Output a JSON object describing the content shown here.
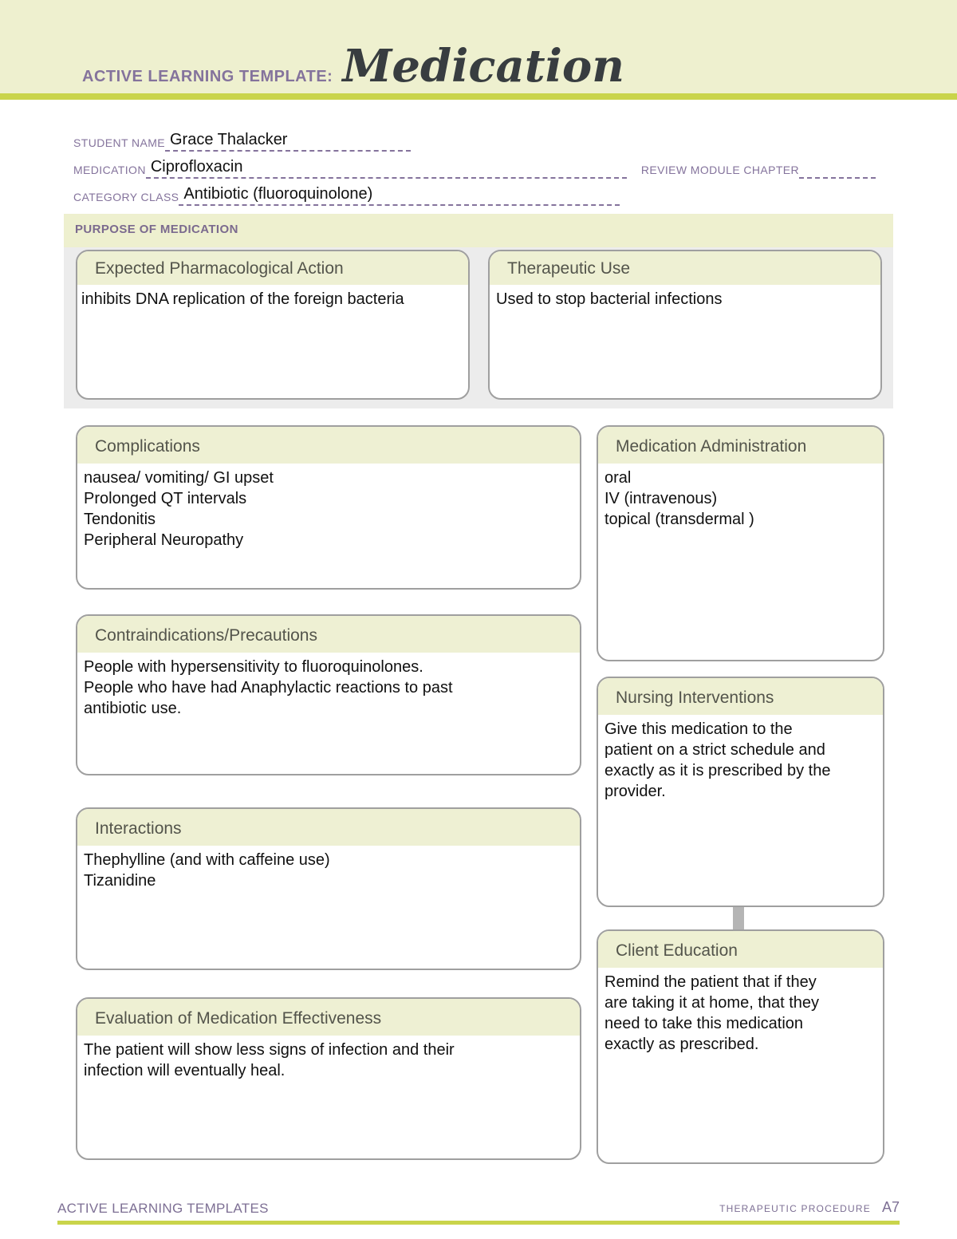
{
  "header": {
    "eyebrow": "ACTIVE LEARNING TEMPLATE:",
    "title": "Medication"
  },
  "fields": {
    "student_name": {
      "label": "STUDENT NAME",
      "value": "Grace Thalacker"
    },
    "medication": {
      "label": "MEDICATION",
      "value": "Ciprofloxacin"
    },
    "review_module_chapter": {
      "label": "REVIEW MODULE CHAPTER",
      "value": ""
    },
    "category_class": {
      "label": "CATEGORY CLASS",
      "value": "Antibiotic (fluoroquinolone)"
    }
  },
  "purpose": {
    "section_label": "PURPOSE OF MEDICATION",
    "expected_action": {
      "title": "Expected Pharmacological Action",
      "body": "inhibits DNA replication of the foreign bacteria"
    },
    "therapeutic_use": {
      "title": "Therapeutic Use",
      "body": "Used to stop bacterial infections"
    }
  },
  "boxes": {
    "complications": {
      "title": "Complications",
      "body": "nausea/ vomiting/ GI upset\nProlonged QT intervals\nTendonitis\nPeripheral Neuropathy"
    },
    "medication_administration": {
      "title": "Medication Administration",
      "body": "oral\nIV (intravenous)\ntopical (transdermal )"
    },
    "contraindications": {
      "title": "Contraindications/Precautions",
      "body": "People with hypersensitivity to fluoroquinolones.\nPeople who have had Anaphylactic reactions to past\nantibiotic use."
    },
    "nursing_interventions": {
      "title": "Nursing Interventions",
      "body": "Give this medication to the\npatient on a strict schedule and\nexactly as it is prescribed by the\nprovider."
    },
    "interactions": {
      "title": "Interactions",
      "body": "Thephylline (and with caffeine use)\nTizanidine"
    },
    "client_education": {
      "title": "Client Education",
      "body": "Remind the patient that if they\nare taking it at home, that they\nneed to take this medication\nexactly as prescribed."
    },
    "evaluation": {
      "title": "Evaluation of Medication Effectiveness",
      "body": "The patient will show less signs of infection and their\ninfection will eventually heal."
    }
  },
  "footer": {
    "left": "ACTIVE LEARNING TEMPLATES",
    "right_label": "THERAPEUTIC PROCEDURE",
    "right_page": "A7"
  },
  "colors": {
    "accent_bar": "#c9d44b",
    "band_background": "#eef0cf",
    "card_header_background": "#eef0d3",
    "label_purple": "#84739c",
    "card_border_gray": "#9f9f9f",
    "section_gray": "#ececec"
  }
}
